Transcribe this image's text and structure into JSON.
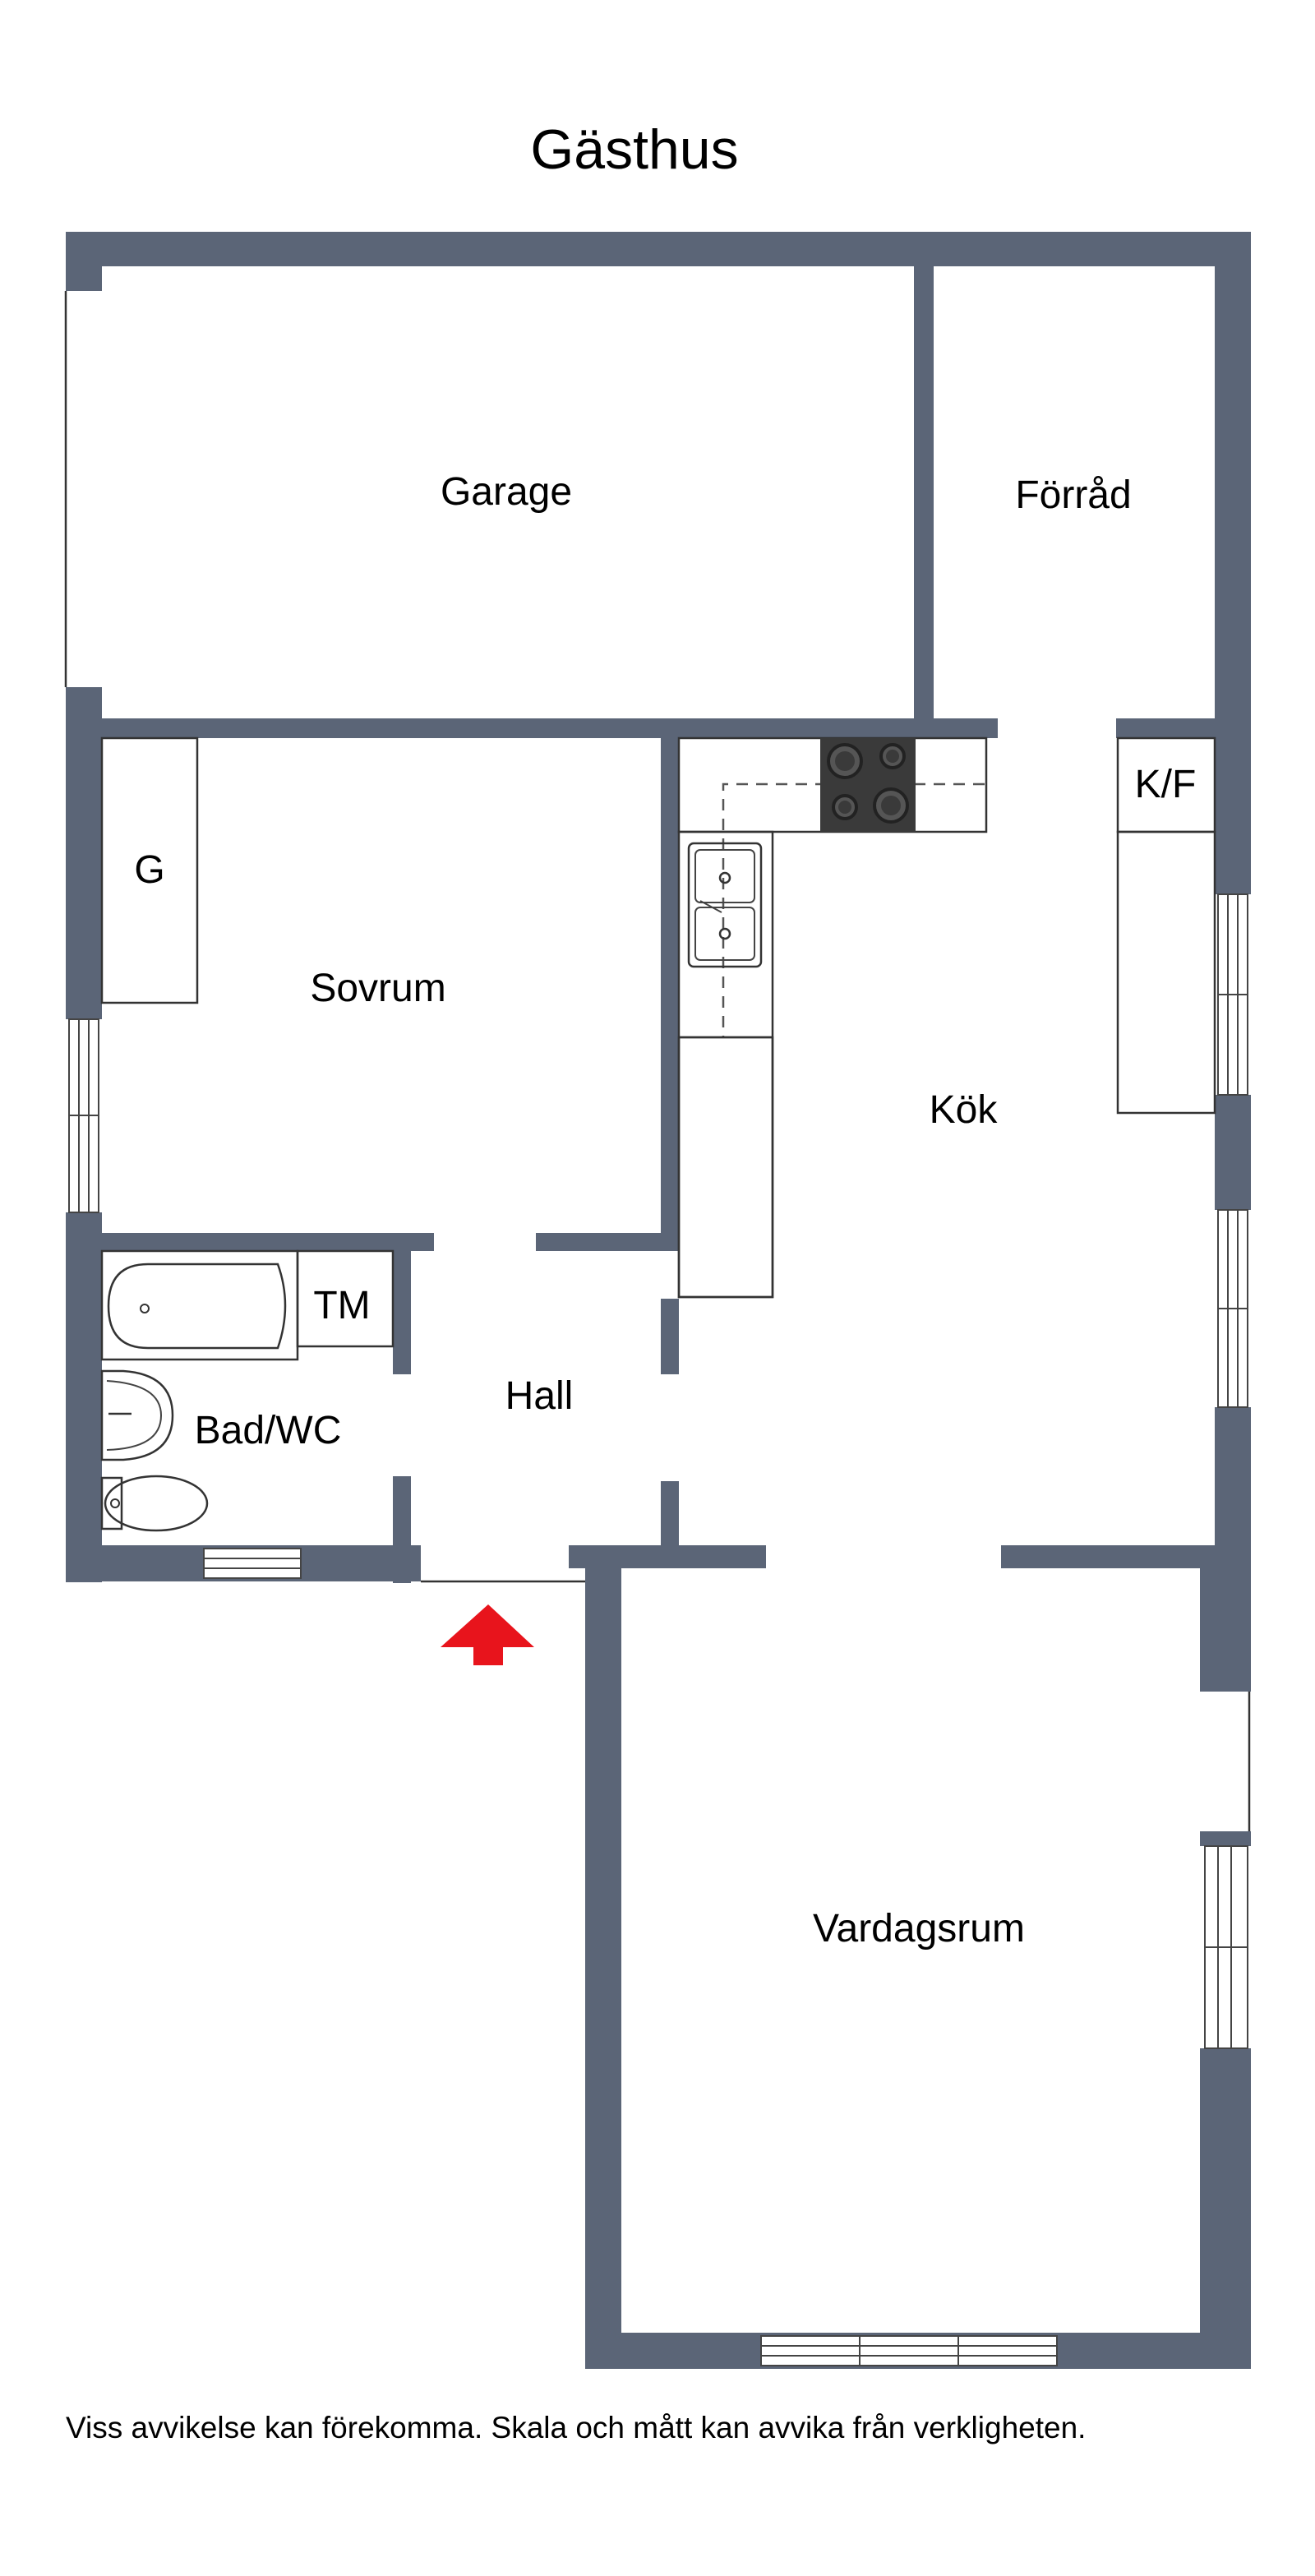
{
  "title": "Gästhus",
  "rooms": {
    "garage": "Garage",
    "forrad": "Förråd",
    "kf": "K/F",
    "g": "G",
    "sovrum": "Sovrum",
    "kok": "Kök",
    "tm": "TM",
    "hall": "Hall",
    "bad": "Bad/WC",
    "vardagsrum": "Vardagsrum"
  },
  "disclaimer": "Viss avvikelse kan förekomma. Skala och mått kan avvika från verkligheten.",
  "colors": {
    "wall": "#5b6577",
    "entrance_arrow": "#e8141c",
    "stove": "#3a3a3a"
  },
  "icons": [
    "entrance-arrow-icon",
    "stove-icon",
    "sink-icon",
    "bathtub-icon",
    "washbasin-icon",
    "toilet-icon"
  ]
}
